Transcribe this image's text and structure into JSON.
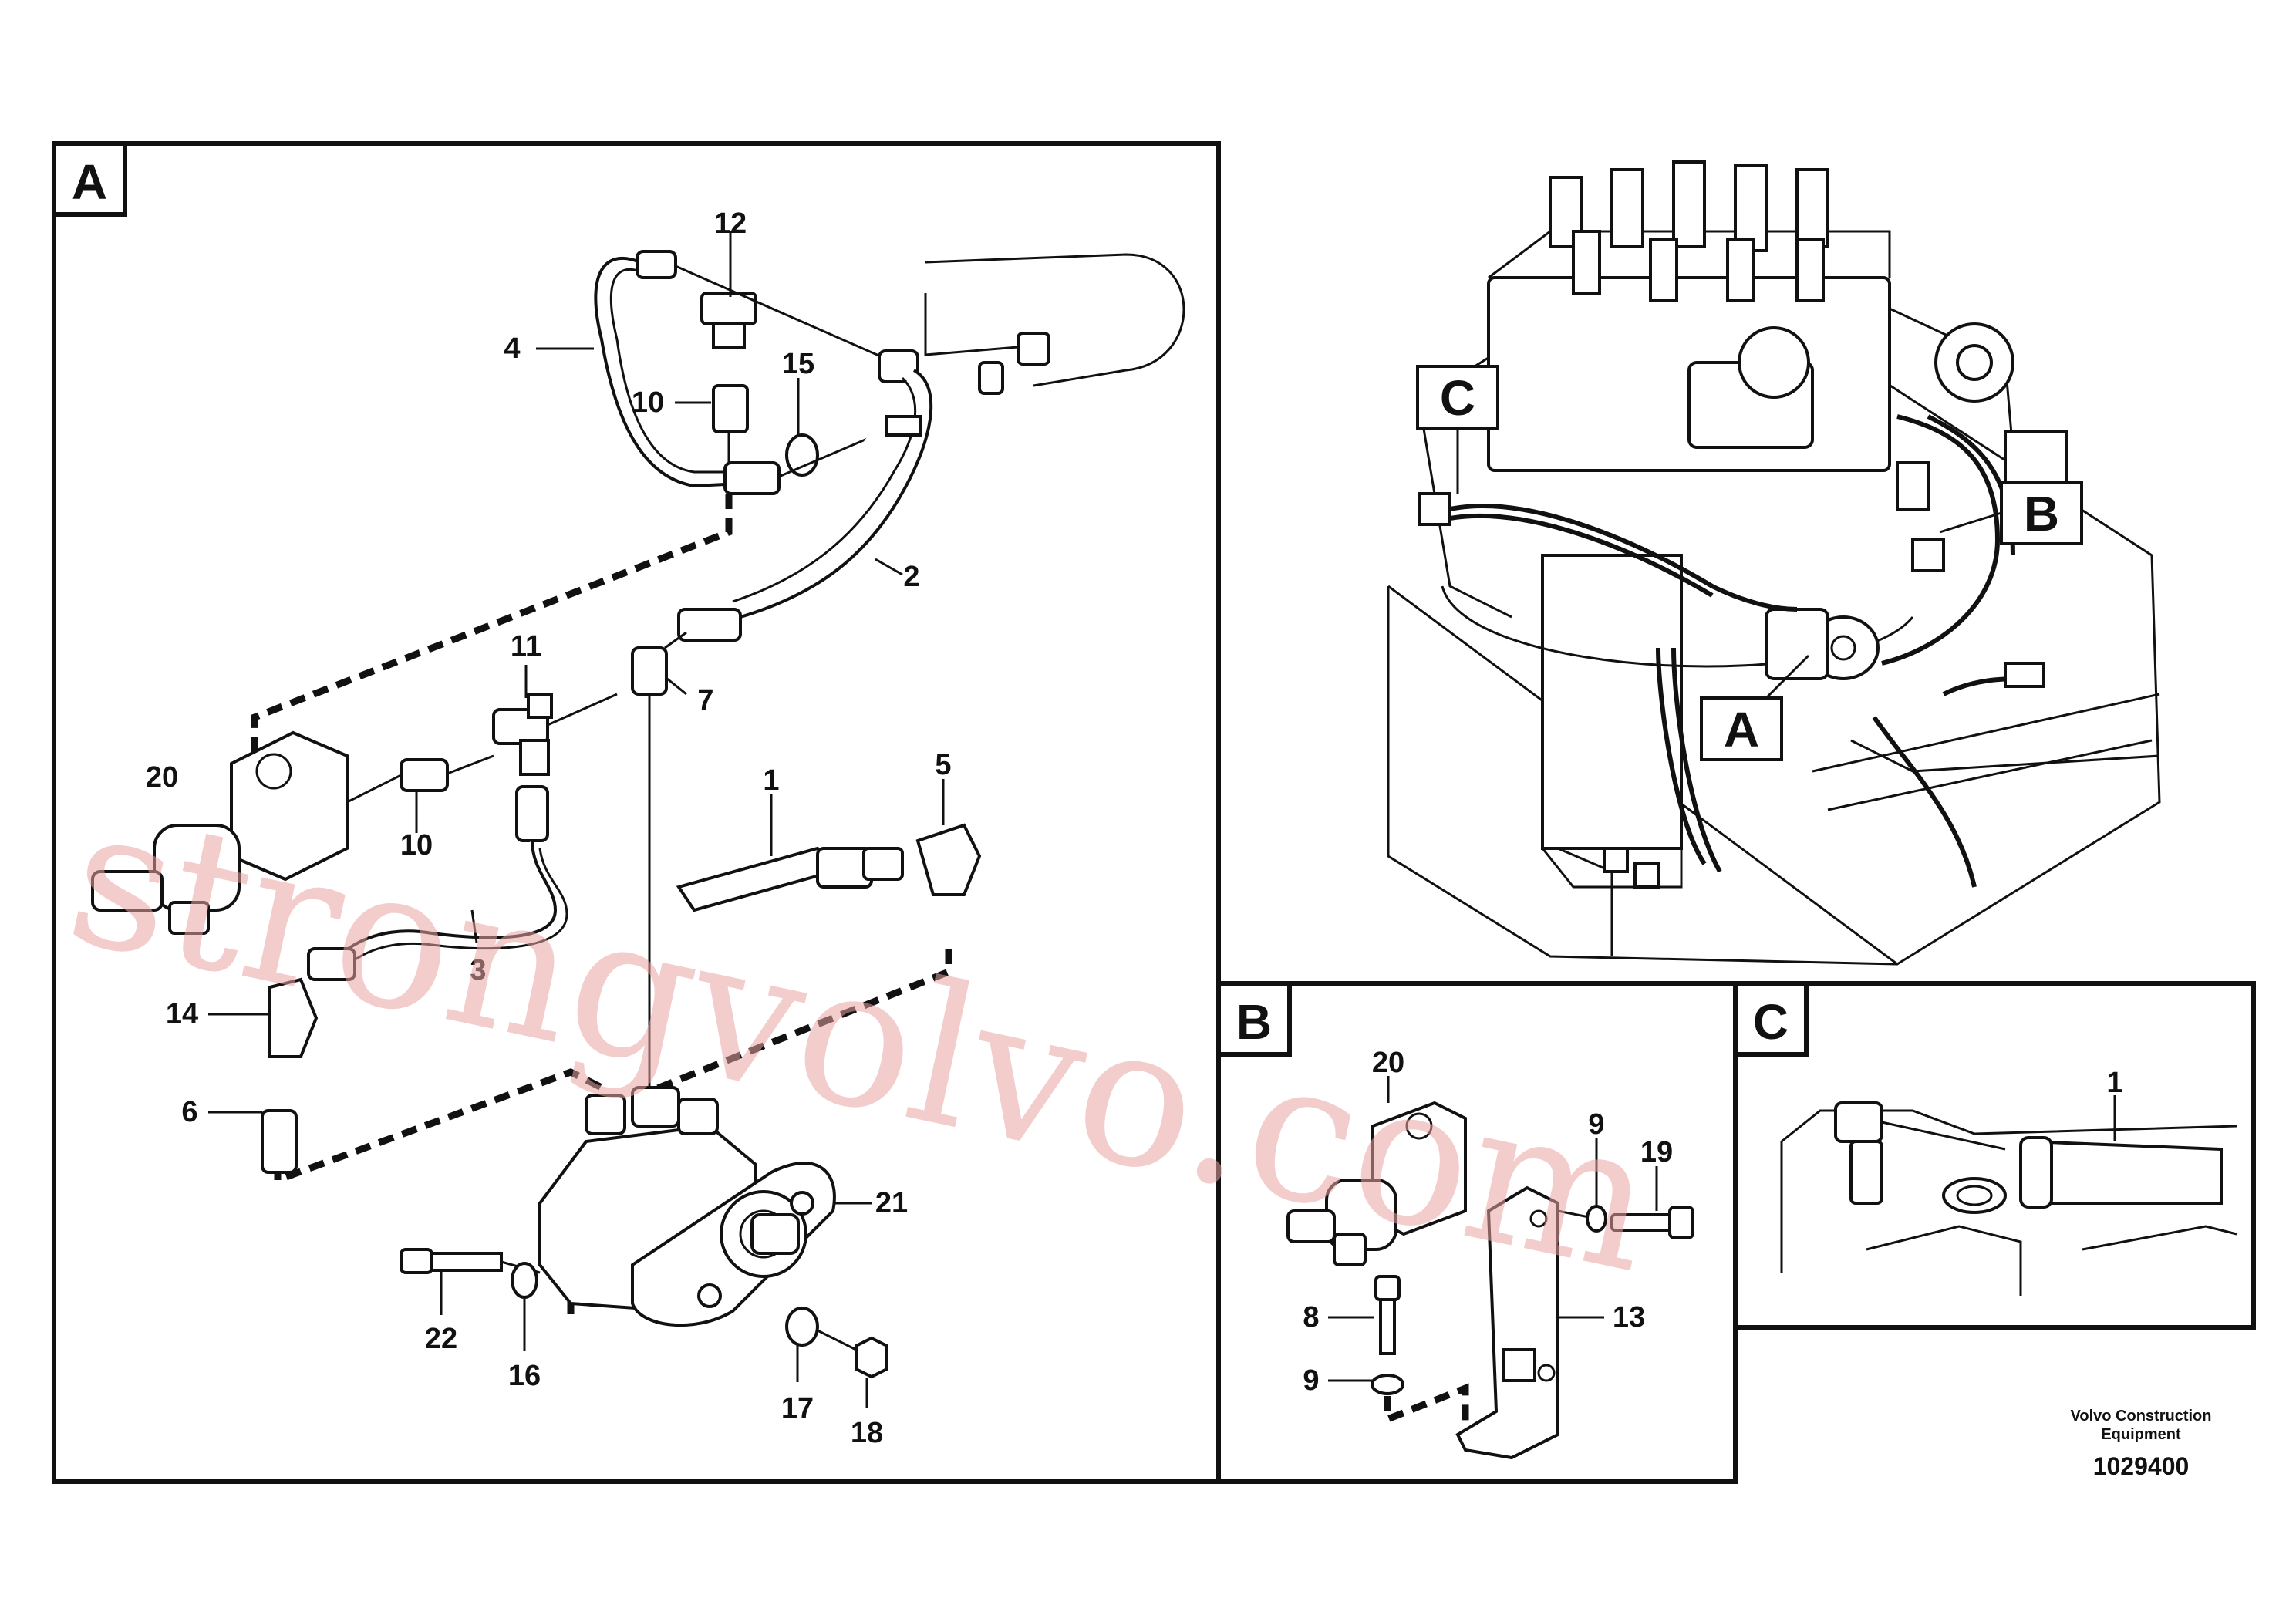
{
  "panels": {
    "A": "A",
    "B": "B",
    "C": "C"
  },
  "overview_tags": {
    "A": "A",
    "B": "B",
    "C": "C"
  },
  "callouts_a": {
    "p1": "1",
    "p2": "2",
    "p3": "3",
    "p4": "4",
    "p5": "5",
    "p6": "6",
    "p7": "7",
    "p10a": "10",
    "p10b": "10",
    "p11": "11",
    "p12": "12",
    "p14": "14",
    "p15": "15",
    "p16": "16",
    "p17": "17",
    "p18": "18",
    "p20": "20",
    "p21": "21",
    "p22": "22"
  },
  "callouts_b": {
    "p20": "20",
    "p9a": "9",
    "p19": "19",
    "p8": "8",
    "p9b": "9",
    "p13": "13"
  },
  "callouts_c": {
    "p1": "1"
  },
  "footer": {
    "company_line1": "Volvo Construction",
    "company_line2": "Equipment",
    "drawing_number": "1029400"
  },
  "watermark": "strongvolvo.com"
}
